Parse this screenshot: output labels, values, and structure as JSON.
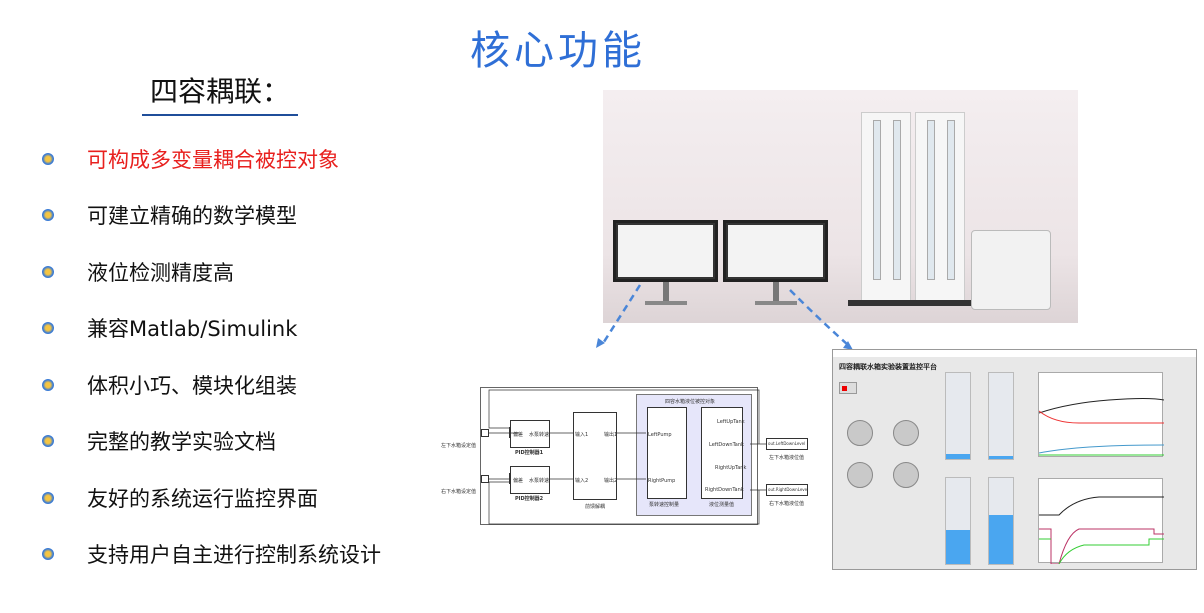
{
  "title": "核心功能",
  "subtitle": "四容耦联：",
  "bullets": [
    "可构成多变量耦合被控对象",
    "可建立精确的数学模型",
    "液位检测精度高",
    "兼容Matlab/Simulink",
    "体积小巧、模块化组装",
    "完整的教学实验文档",
    "友好的系统运行监控界面",
    "支持用户自主进行控制系统设计"
  ],
  "colors": {
    "title": "#2f6fd6",
    "highlight": "#e8201e",
    "tank_fill": "#4aa6f0"
  },
  "diagram": {
    "set_left": "左下水箱设定值",
    "set_right": "右下水箱设定值",
    "pid1": "PID控制器1",
    "pid2": "PID控制器2",
    "pid_in": "偏差",
    "pid_out": "水泵转速",
    "decouple": "前馈解耦",
    "in1": "输入1",
    "in2": "输入2",
    "out1": "输出1",
    "out2": "输出2",
    "plant_title": "四容水箱液位被控对象",
    "left_pump": "LeftPump",
    "right_pump": "RightPump",
    "pump_label": "泵转速控制量",
    "lut": "LeftUpTank",
    "ldt": "LeftDownTank",
    "rut": "RightUpTank",
    "rdt": "RightDownTank",
    "level_label": "液位测量值",
    "out_left": "out.LeftDownLevel",
    "out_right": "out.RightDownLevel",
    "left_level": "左下水箱液位值",
    "right_level": "右下水箱液位值"
  },
  "monitor": {
    "title": "四容耦联水箱实验装置监控平台",
    "tank_levels": [
      0.06,
      0.03,
      0.4,
      0.57
    ]
  }
}
